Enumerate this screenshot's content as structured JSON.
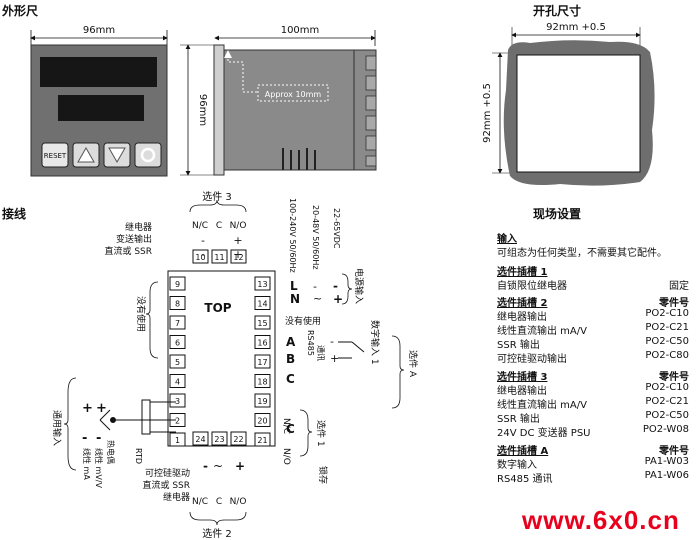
{
  "titles": {
    "dims": "外形尺",
    "cutout": "开孔尺寸",
    "wiring": "接线",
    "field": "现场设置"
  },
  "dims": {
    "w96": "96mm",
    "w100": "100mm",
    "h96": "96mm",
    "approx": "Approx 10mm",
    "reset": "RESET"
  },
  "cutout": {
    "w": "92mm +0.5",
    "h": "92mm +0.5"
  },
  "wiring": {
    "top": "TOP",
    "opt3": "选件 3",
    "opt2": "选件 2",
    "opt1": "选件 1",
    "optA": "选件 A",
    "nc": "N/C",
    "c": "C",
    "no": "N/O",
    "left3": [
      "继电器",
      "变送输出",
      "直流或 SSR"
    ],
    "bottom2": [
      "可控硅驱动",
      "直流或 SSR",
      "继电器"
    ],
    "power": "电源输入",
    "unused_left": "没有使用",
    "unused_15": "没有使用",
    "rs485": "RS485",
    "comm": "通讯",
    "digital": "数字输入 1",
    "lock": "锁存",
    "general_input": "通用输入",
    "rtd": "RTD",
    "tc": "热电偶",
    "mv": "线性 mV/V",
    "ma": "线性 mA",
    "v100": "100-240V 50/60Hz",
    "v20": "20-48V 50/60Hz",
    "v22": "22-65VDC",
    "L": "L",
    "N": "N",
    "A": "A",
    "B": "B",
    "C": "C",
    "plus": "+",
    "minus": "-"
  },
  "field": {
    "input_h": "输入",
    "input_desc": "可组态为任何类型，不需要其它配件。",
    "slot1_h": "选件插槽 1",
    "slot1_row": {
      "l": "自锁限位继电器",
      "r": "固定"
    },
    "slot2_h": "选件插槽 2",
    "part_h": "零件号",
    "slot2_rows": [
      {
        "l": "继电器输出",
        "r": "PO2-C10"
      },
      {
        "l": "线性直流输出 mA/V",
        "r": "PO2-C21"
      },
      {
        "l": "SSR 输出",
        "r": "PO2-C50"
      },
      {
        "l": "可控硅驱动输出",
        "r": "PO2-C80"
      }
    ],
    "slot3_h": "选件插槽 3",
    "slot3_rows": [
      {
        "l": "继电器输出",
        "r": "PO2-C10"
      },
      {
        "l": "线性直流输出 mA/V",
        "r": "PO2-C21"
      },
      {
        "l": "SSR 输出",
        "r": "PO2-C50"
      },
      {
        "l": "24V DC 变送器 PSU",
        "r": "PO2-W08"
      }
    ],
    "slotA_h": "选件插槽 A",
    "slotA_rows": [
      {
        "l": "数字输入",
        "r": "PA1-W03"
      },
      {
        "l": "RS485 通讯",
        "r": "PA1-W06"
      }
    ]
  },
  "watermark": "www.6x0.cn"
}
